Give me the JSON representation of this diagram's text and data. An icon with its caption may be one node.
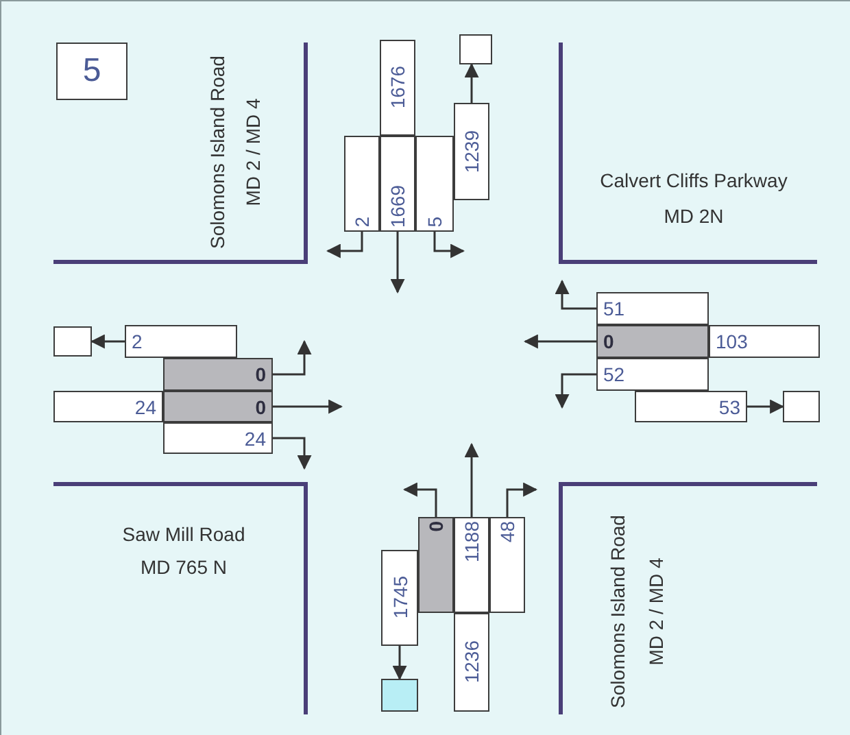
{
  "diagram": {
    "nodes": [
      {
        "text": [
          "5"
        ]
      },
      {
        "text": [
          "1676"
        ]
      },
      {
        "text": [
          "1239"
        ]
      },
      {
        "text": [],
        "shape": "box"
      },
      {
        "text": [
          "2"
        ]
      },
      {
        "text": [
          "1669"
        ]
      },
      {
        "text": [
          "5"
        ]
      },
      {
        "text": [],
        "shape": "box"
      },
      {
        "text": [
          "2"
        ]
      },
      {
        "text": [
          "0"
        ]
      },
      {
        "text": [
          "24"
        ]
      },
      {
        "text": [
          "0"
        ]
      },
      {
        "text": [
          "24"
        ]
      },
      {
        "text": [
          "51"
        ]
      },
      {
        "text": [
          "0"
        ]
      },
      {
        "text": [
          "103"
        ]
      },
      {
        "text": [
          "52"
        ]
      },
      {
        "text": [
          "53"
        ]
      },
      {
        "text": [],
        "shape": "box"
      },
      {
        "text": [
          "0"
        ]
      },
      {
        "text": [
          "1188"
        ]
      },
      {
        "text": [
          "48"
        ]
      },
      {
        "text": [
          "1745"
        ]
      },
      {
        "text": [
          "1236"
        ]
      },
      {
        "text": [],
        "shape": "box"
      }
    ],
    "edges": [
      {
        "from": 2,
        "to": 3,
        "arrow": "to"
      },
      {
        "from": 4,
        "to": null,
        "arrow": "to"
      },
      {
        "from": 5,
        "to": null,
        "arrow": "to"
      },
      {
        "from": 6,
        "to": null,
        "arrow": "to"
      },
      {
        "from": 8,
        "to": 7,
        "arrow": "to"
      },
      {
        "from": 9,
        "to": null,
        "arrow": "to"
      },
      {
        "from": 11,
        "to": null,
        "arrow": "to"
      },
      {
        "from": 12,
        "to": null,
        "arrow": "to"
      },
      {
        "from": 13,
        "to": null,
        "arrow": "to"
      },
      {
        "from": 14,
        "to": null,
        "arrow": "to"
      },
      {
        "from": 16,
        "to": null,
        "arrow": "to"
      },
      {
        "from": 17,
        "to": 18,
        "arrow": "to"
      },
      {
        "from": 19,
        "to": null,
        "arrow": "to"
      },
      {
        "from": 20,
        "to": null,
        "arrow": "to"
      },
      {
        "from": 21,
        "to": null,
        "arrow": "to"
      },
      {
        "from": 22,
        "to": 24,
        "arrow": "to"
      }
    ],
    "labels": [
      "Solomons Island Road",
      "MD 2 / MD 4",
      "Calvert Cliffs Parkway",
      "MD 2N",
      "Saw Mill Road",
      "MD 765 N",
      "Solomons Island Road",
      "MD 2 / MD 4"
    ]
  }
}
